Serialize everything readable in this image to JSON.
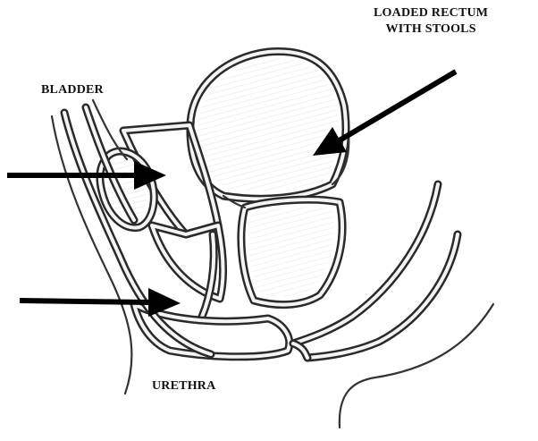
{
  "labels": {
    "rectum_line1": "LOADED RECTUM",
    "rectum_line2": "WITH STOOLS",
    "bladder": "BLADDER",
    "urethra": "URETHRA"
  },
  "colors": {
    "ink": "#2a2a2a",
    "arrow": "#000000",
    "background": "#ffffff"
  }
}
